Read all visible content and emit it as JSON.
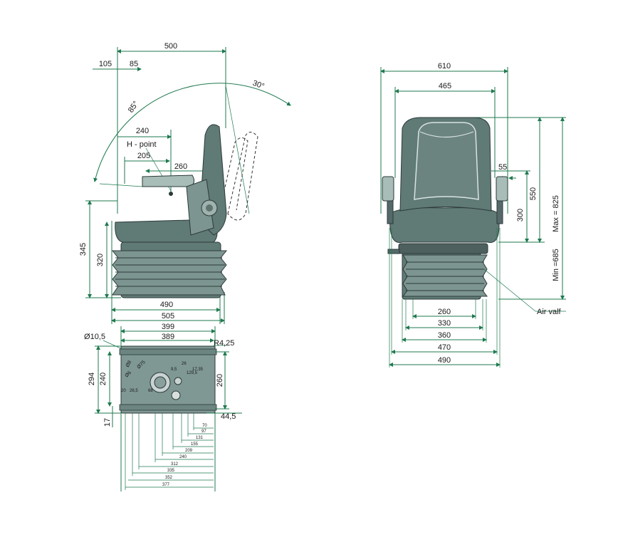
{
  "side_view": {
    "top_dims": [
      "500",
      "105",
      "85"
    ],
    "angles": [
      "85°",
      "30°"
    ],
    "inner_dims": [
      "240",
      "205",
      "260"
    ],
    "h_point_label": "H - point",
    "left_dims": [
      "345",
      "320"
    ],
    "bottom_dims": [
      "490",
      "505"
    ]
  },
  "base_view": {
    "top_dims": [
      "Ø10,5",
      "399",
      "389",
      "R4,25"
    ],
    "left_dims": [
      "294",
      "240",
      "17"
    ],
    "right_dims": [
      "260",
      "44,5"
    ],
    "plate_dims": [
      "Ø8",
      "Ø75",
      "Ø6",
      "20",
      "26,5",
      "68",
      "9,5",
      "26",
      "17,35",
      "129,5"
    ],
    "bottom_dims": [
      "70",
      "97",
      "131",
      "155",
      "209",
      "240",
      "312",
      "335",
      "352",
      "377"
    ]
  },
  "front_view": {
    "top_dims": [
      "610",
      "465"
    ],
    "right_dims": [
      "55",
      "550",
      "300",
      "Max = 825",
      "Min =685"
    ],
    "callout": "Air valf",
    "bottom_dims": [
      "260",
      "330",
      "360",
      "470",
      "490"
    ]
  },
  "colors": {
    "dimension": "#1f7a4f",
    "seat": "#607a76"
  }
}
